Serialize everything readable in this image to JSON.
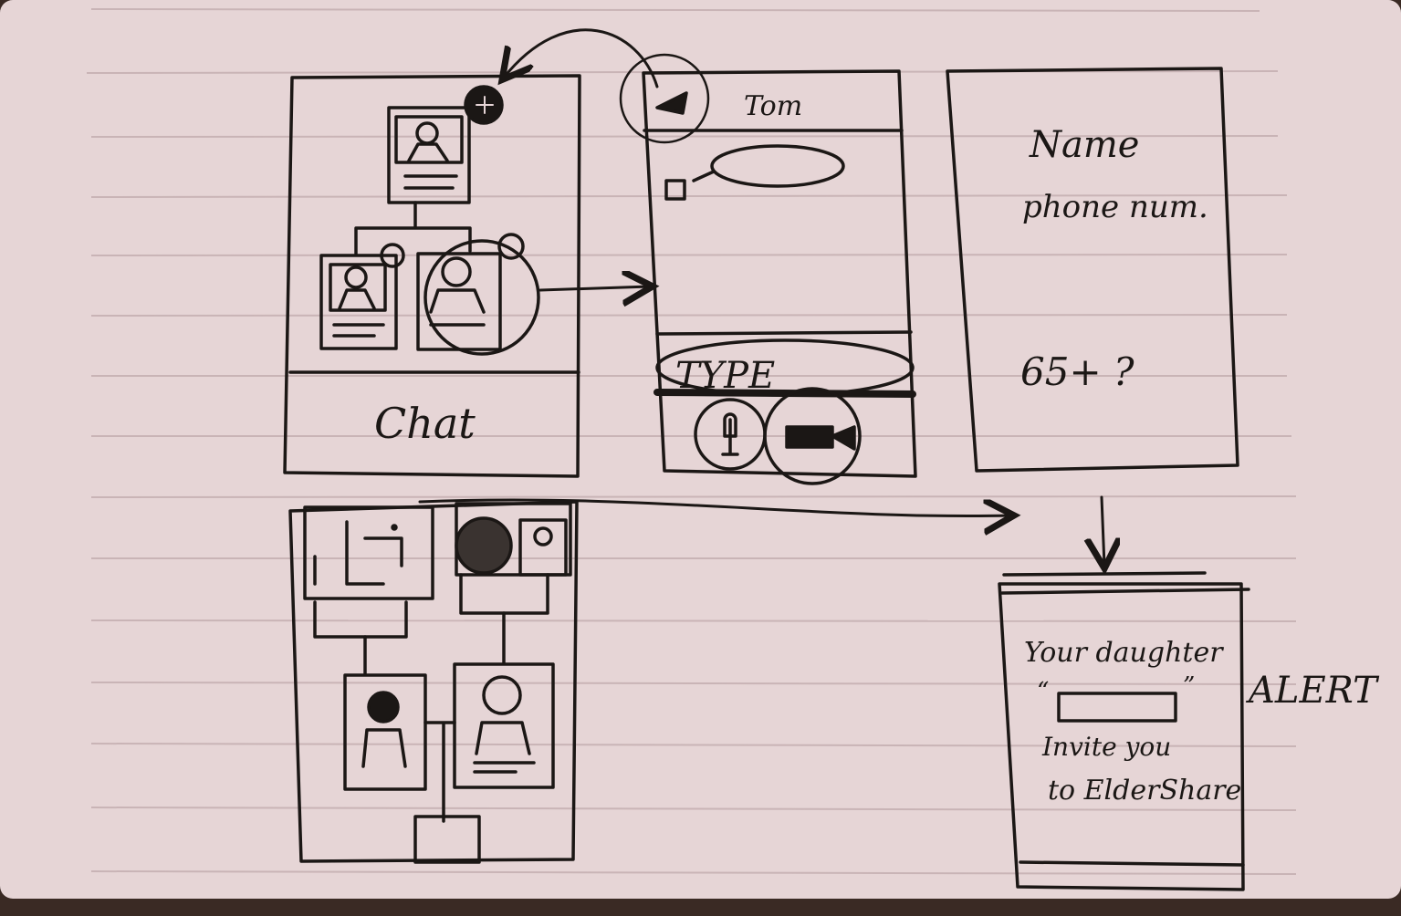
{
  "colors": {
    "paper": "#e6d5d6",
    "ink": "#1b1715",
    "rule": "#c9b4b6",
    "binding": "#3a2a24"
  },
  "screen_home": {
    "tab_label": "Chat"
  },
  "screen_chat": {
    "contact_name": "Tom",
    "input_placeholder": "TYPE",
    "icons": [
      "back-arrow-icon",
      "avatar-icon",
      "microphone-icon",
      "video-camera-icon"
    ]
  },
  "screen_form": {
    "name_label": "Name",
    "phone_label": "phone num.",
    "age_label": "65+ ?"
  },
  "screen_alert": {
    "line1": "Your daughter",
    "quote_open": "“",
    "quote_close": "”",
    "line2": "Invite you",
    "line3": "to ElderShare",
    "side_label": "ALERT"
  }
}
